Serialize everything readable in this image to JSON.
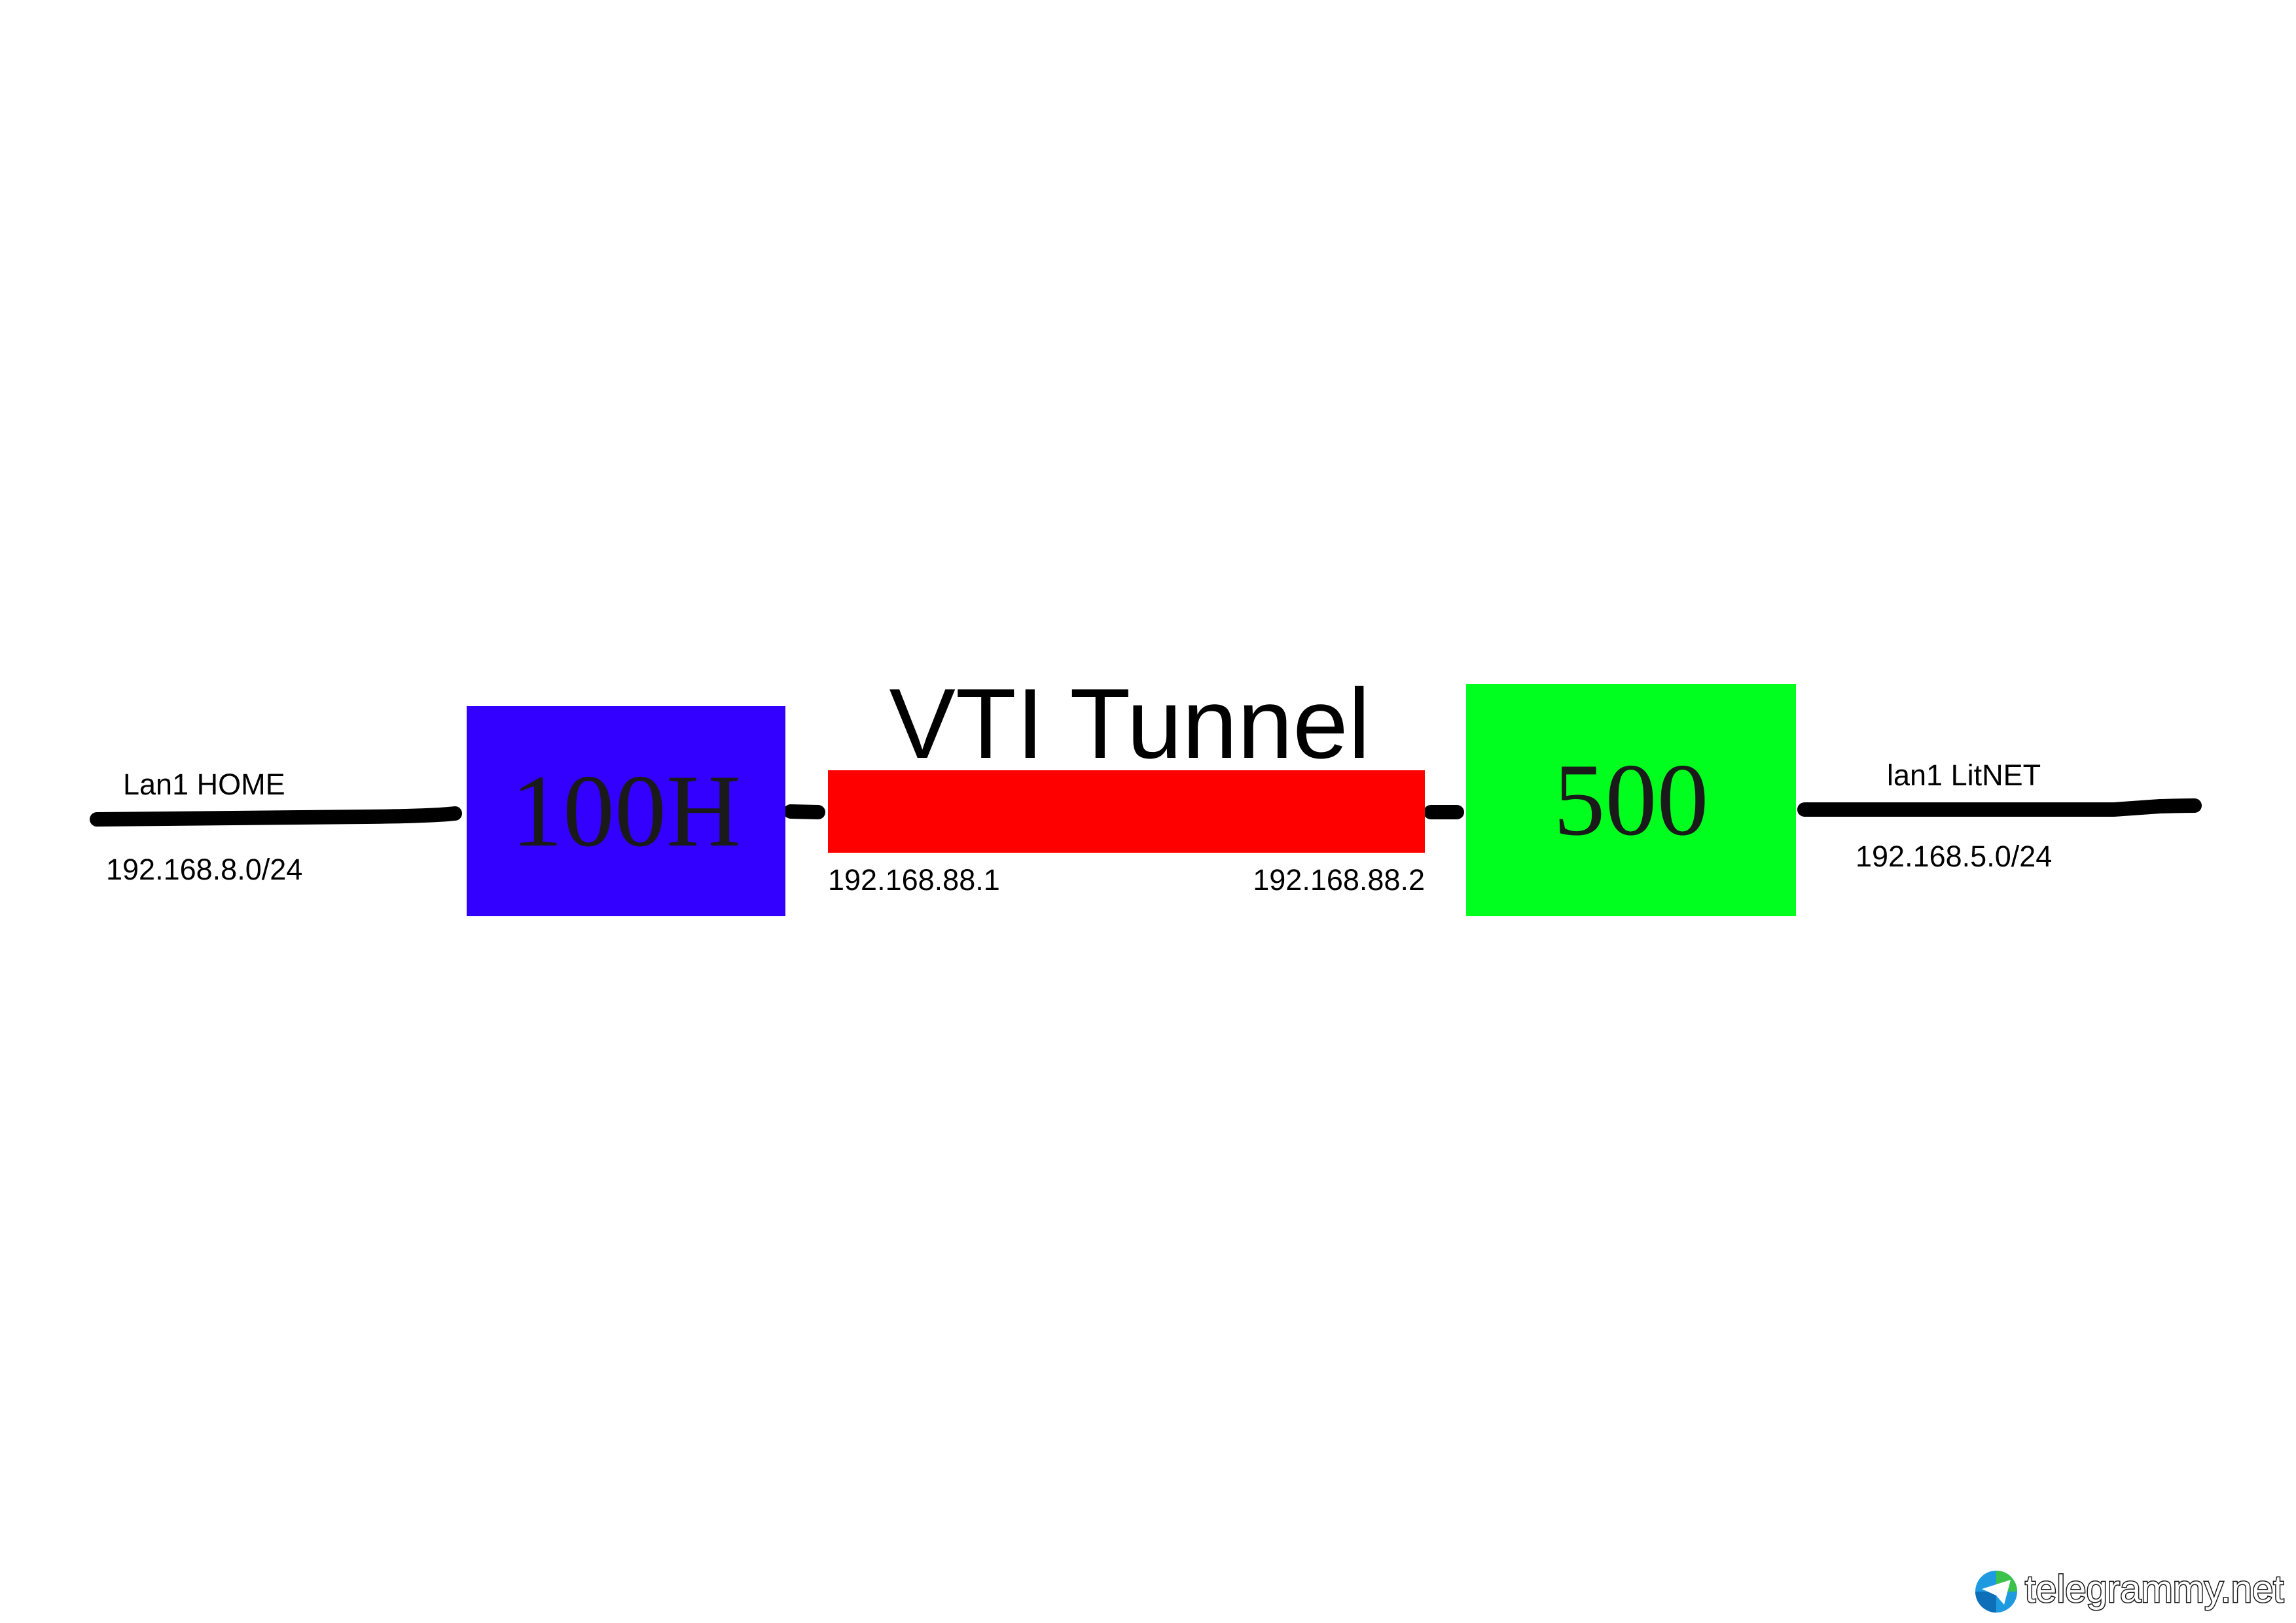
{
  "diagram": {
    "title": "VTI Tunnel",
    "nodes": [
      {
        "id": "router-left",
        "label": "100H",
        "color": "#3300ff"
      },
      {
        "id": "router-right",
        "label": "500",
        "color": "#00ff1e"
      }
    ],
    "tunnel": {
      "color": "#ff0000",
      "left_ip": "192.168.88.1",
      "right_ip": "192.168.88.2"
    },
    "left_lan": {
      "name": "Lan1 HOME",
      "subnet": "192.168.8.0/24"
    },
    "right_lan": {
      "name": "lan1 LitNET",
      "subnet": "192.168.5.0/24"
    },
    "line_color": "#000000"
  },
  "watermark": {
    "text": "telegrammy.net"
  }
}
